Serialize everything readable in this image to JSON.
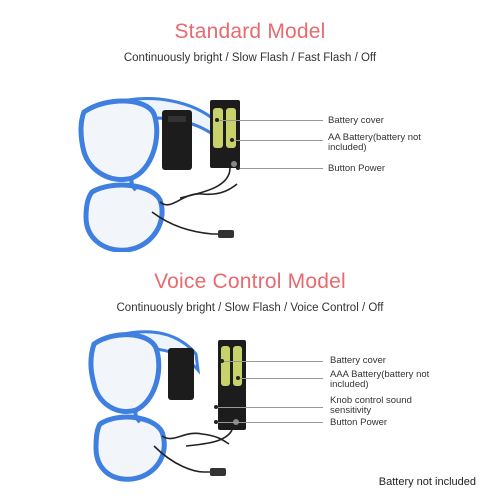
{
  "standard": {
    "title": "Standard Model",
    "modes": "Continuously bright / Slow Flash / Fast Flash  / Off",
    "labels": {
      "battery_cover": "Battery cover",
      "aa_battery": "AA Battery(battery not included)",
      "button_power": "Button Power"
    }
  },
  "voice": {
    "title": "Voice Control Model",
    "modes": "Continuously bright / Slow Flash / Voice Control / Off",
    "labels": {
      "battery_cover": "Battery cover",
      "aaa_battery": "AAA Battery(battery not included)",
      "knob": "Knob control sound sensitivity",
      "button_power": "Button Power"
    }
  },
  "footer": "Battery not included",
  "colors": {
    "title": "#e86a6e",
    "frame_blue": "#3e7fe0",
    "battery_green": "#c8d26a"
  }
}
